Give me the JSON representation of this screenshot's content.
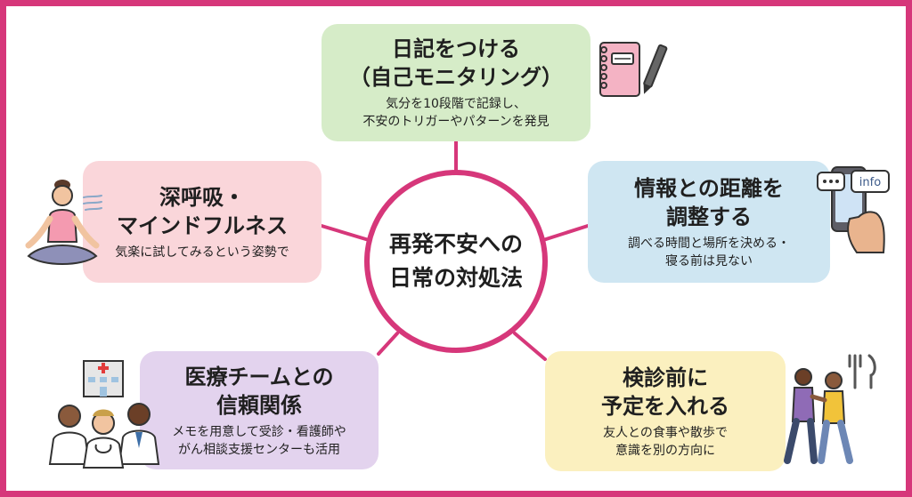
{
  "center": {
    "line1": "再発不安への",
    "line2": "日常の対処法"
  },
  "nodes": {
    "diary": {
      "title1": "日記をつける",
      "title2": "（自己モニタリング）",
      "desc1": "気分を10段階で記録し、",
      "desc2": "不安のトリガーやパターンを発見",
      "icon": "notebook-pen-icon"
    },
    "info": {
      "title1": "情報との距離を",
      "title2": "調整する",
      "desc1": "調べる時間と場所を決める・",
      "desc2": "寝る前は見ない",
      "phone_label": "info",
      "icon": "phone-chat-icon"
    },
    "breathing": {
      "title1": "深呼吸・",
      "title2": "マインドフルネス",
      "desc1": "気楽に試してみるという姿勢で",
      "icon": "meditation-person-icon"
    },
    "medical": {
      "title1": "医療チームとの",
      "title2": "信頼関係",
      "desc1": "メモを用意して受診・看護師や",
      "desc2": "がん相談支援センターも活用",
      "icon": "medical-team-icon"
    },
    "plans": {
      "title1": "検診前に",
      "title2": "予定を入れる",
      "desc1": "友人との食事や散歩で",
      "desc2": "意識を別の方向に",
      "icon": "walking-couple-icon"
    }
  },
  "colors": {
    "accent": "#d6377a",
    "green": "#d6ecc8",
    "blue": "#cfe6f2",
    "pink": "#fad6da",
    "purple": "#e3d3ee",
    "yellow": "#fbf0bf"
  }
}
